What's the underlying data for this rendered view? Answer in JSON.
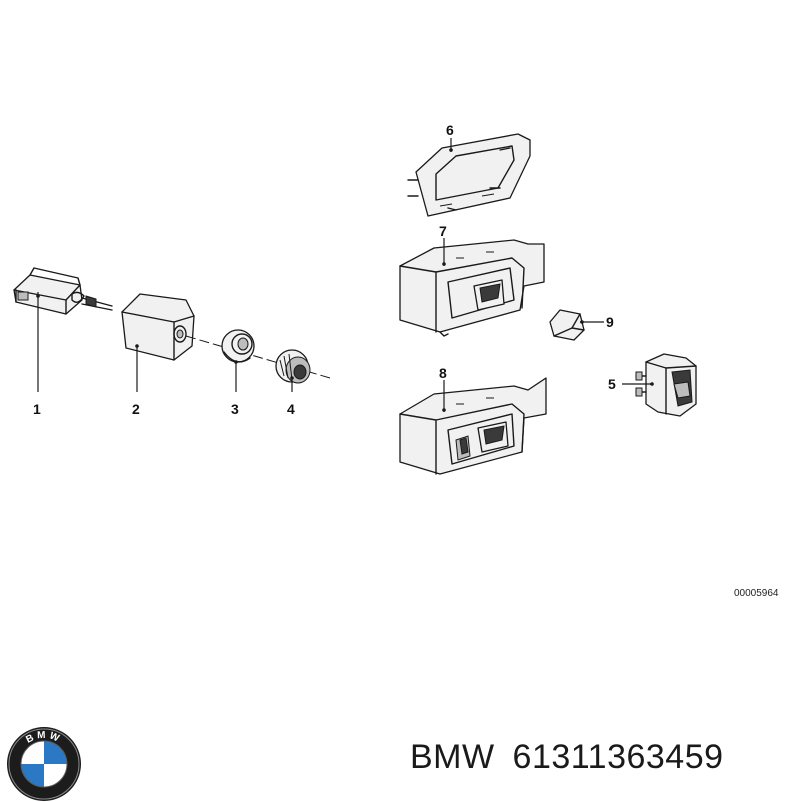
{
  "callouts": [
    {
      "id": "1",
      "label": "1"
    },
    {
      "id": "2",
      "label": "2"
    },
    {
      "id": "3",
      "label": "3"
    },
    {
      "id": "4",
      "label": "4"
    },
    {
      "id": "5",
      "label": "5"
    },
    {
      "id": "6",
      "label": "6"
    },
    {
      "id": "7",
      "label": "7"
    },
    {
      "id": "8",
      "label": "8"
    },
    {
      "id": "9",
      "label": "9"
    }
  ],
  "diagram_ref": "00005964",
  "logo": {
    "text": "BMW",
    "icon": "bmw-roundel-icon",
    "colors": {
      "blue": "#2b78c5",
      "white": "#ffffff",
      "ring": "#1c1c1c"
    }
  },
  "caption": {
    "brand": "BMW",
    "part_number": "61311363459"
  }
}
